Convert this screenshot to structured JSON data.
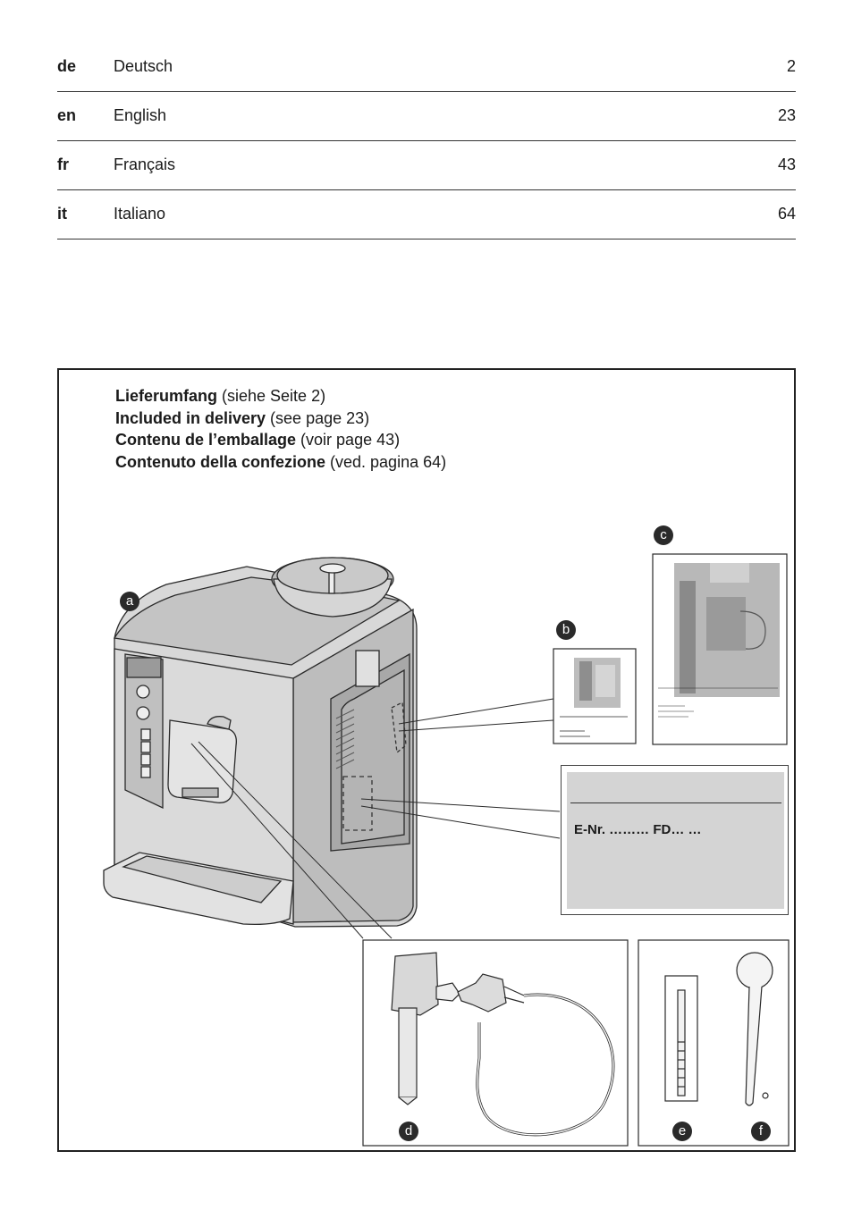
{
  "toc": [
    {
      "code": "de",
      "language": "Deutsch",
      "page": "2"
    },
    {
      "code": "en",
      "language": "English",
      "page": "23"
    },
    {
      "code": "fr",
      "language": "Français",
      "page": "43"
    },
    {
      "code": "it",
      "language": "Italiano",
      "page": "64"
    }
  ],
  "delivery": {
    "lines": [
      {
        "bold": "Lieferumfang",
        "normal": " (siehe Seite 2)"
      },
      {
        "bold": "Included in delivery",
        "normal": " (see page 23)"
      },
      {
        "bold": "Contenu de l’emballage",
        "normal": " (voir page 43)"
      },
      {
        "bold": "Contenuto della confezione",
        "normal": " (ved. pagina 64)"
      }
    ]
  },
  "rating_plate": {
    "text": "E-Nr. ……… FD…   …"
  },
  "part_labels": {
    "a": "a",
    "b": "b",
    "c": "c",
    "d": "d",
    "e": "e",
    "f": "f"
  },
  "colors": {
    "machine_fill": "#cfcfcf",
    "machine_dark": "#8a8a8a",
    "plate_bg": "#d4d4d4",
    "label_bg": "#2a2a2a"
  }
}
